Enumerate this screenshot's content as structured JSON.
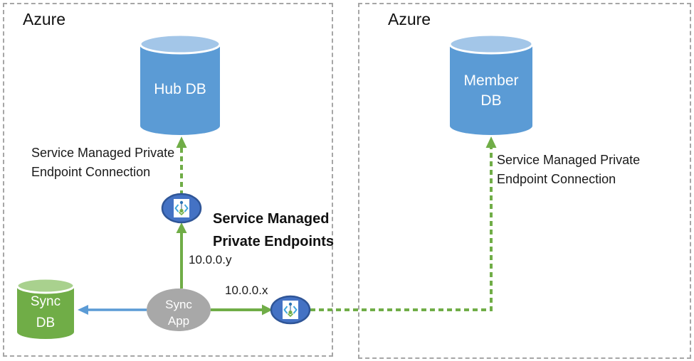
{
  "regions": [
    {
      "label": "Azure"
    },
    {
      "label": "Azure"
    }
  ],
  "nodes": {
    "hub_db": {
      "label": "Hub DB",
      "type": "database"
    },
    "member_db": {
      "label": "Member\nDB",
      "type": "database"
    },
    "sync_db": {
      "label": "Sync\nDB",
      "type": "database"
    },
    "sync_app": {
      "label": "Sync\nApp",
      "type": "application"
    }
  },
  "annotations": {
    "hub_connection": "Service Managed Private\nEndpoint Connection",
    "member_connection": "Service Managed Private\nEndpoint Connection",
    "private_endpoints_title": "Service Managed\nPrivate Endpoints",
    "ip_to_hub_endpoint": "10.0.0.y",
    "ip_to_member_endpoint": "10.0.0.x"
  },
  "icons": {
    "private_endpoint": "private-endpoint-icon (code brackets with pin)"
  },
  "colors": {
    "db_blue_body": "#5B9BD5",
    "db_blue_top": "#A3C6E8",
    "db_green_body": "#70AD47",
    "db_green_top": "#A9D18E",
    "app_gray": "#A8A8A8",
    "endpoint_fill": "#4472C4",
    "endpoint_border": "#2F5597",
    "arrow_green": "#70AD47",
    "arrow_blue": "#5B9BD5",
    "region_border_gray": "#A6A6A6",
    "icon_bracket_blue": "#41A6DC",
    "icon_pin_green": "#70AD47"
  }
}
